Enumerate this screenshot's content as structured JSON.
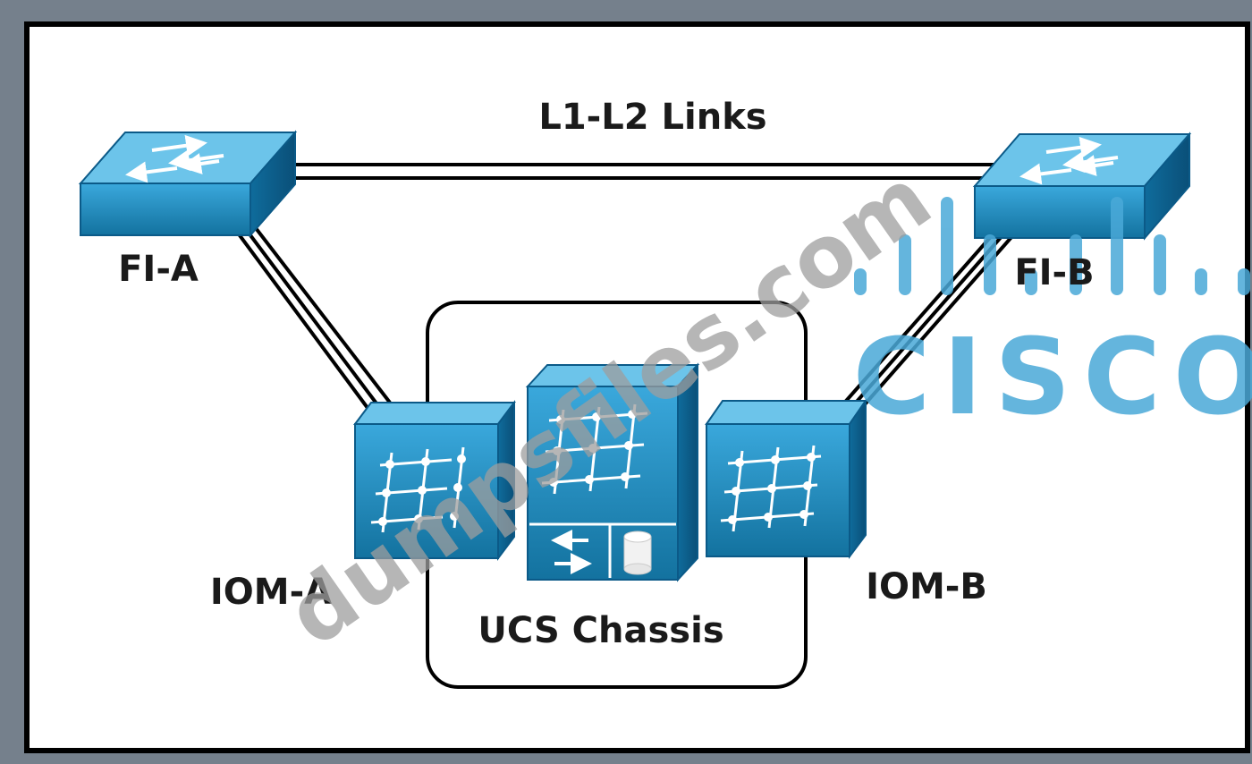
{
  "diagram": {
    "title": "L1-L2 Links",
    "nodes": {
      "fi_a": "FI-A",
      "fi_b": "FI-B",
      "iom_a": "IOM-A",
      "iom_b": "IOM-B",
      "chassis": "UCS Chassis"
    },
    "colors": {
      "device_face": "#1d8cc4",
      "device_top": "#63bfe6",
      "device_side": "#0d5f8f",
      "line": "#000000"
    }
  },
  "watermark": {
    "text": "dumpsfiles.com",
    "logo_text": "CISCO",
    "logo_color": "#4aa9d8"
  }
}
